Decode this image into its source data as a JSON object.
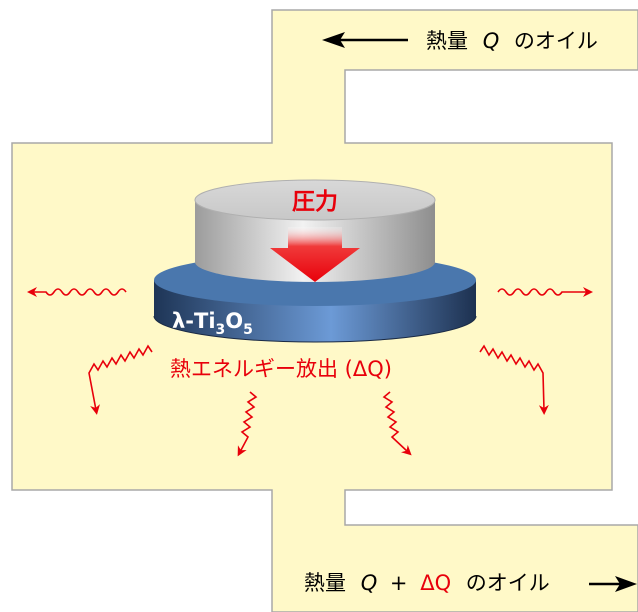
{
  "colors": {
    "container_fill": "#fff9c8",
    "container_stroke": "#a8a8a8",
    "accent_red": "#e8000b",
    "sample_blue": "#3d6ea8",
    "platen_gray": "#bcbcbc",
    "text_black": "#000000"
  },
  "labels": {
    "top_oil": {
      "prefix": "熱量",
      "symbol": "Q",
      "suffix": "のオイル"
    },
    "bottom_oil": {
      "prefix": "熱量",
      "symbol": "Q",
      "plus": "+",
      "delta_symbol": "ΔQ",
      "suffix": "のオイル"
    },
    "pressure": "圧力",
    "material": {
      "lambda": "λ-Ti",
      "sub1": "3",
      "o": "O",
      "sub2": "5"
    },
    "heat_release": "熱エネルギー放出 (ΔQ)"
  },
  "icons": {
    "flow_in": "arrow-left-icon",
    "flow_out": "arrow-right-icon",
    "pressure": "arrow-down-icon",
    "heat_waves": "wavy-arrow-icon"
  }
}
